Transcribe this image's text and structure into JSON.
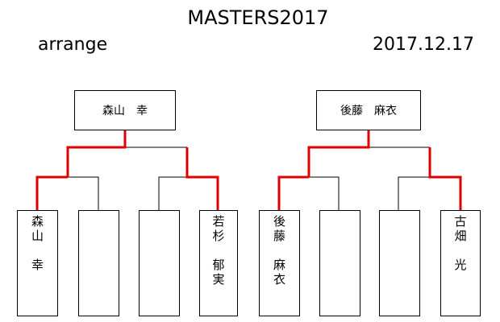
{
  "header": {
    "title": "MASTERS2017",
    "subtitle": "arrange",
    "date": "2017.12.17"
  },
  "colors": {
    "win_line": "#e00000",
    "line": "#000000"
  },
  "brackets": [
    {
      "winner": "森山　幸",
      "players": [
        {
          "name": "森\n山\n\n幸"
        },
        {
          "name": ""
        },
        {
          "name": ""
        },
        {
          "name": "若\n杉\n\n郁\n実"
        }
      ]
    },
    {
      "winner": "後藤　麻衣",
      "players": [
        {
          "name": "後\n藤\n\n麻\n衣"
        },
        {
          "name": ""
        },
        {
          "name": ""
        },
        {
          "name": "古\n畑\n\n光"
        }
      ]
    }
  ]
}
